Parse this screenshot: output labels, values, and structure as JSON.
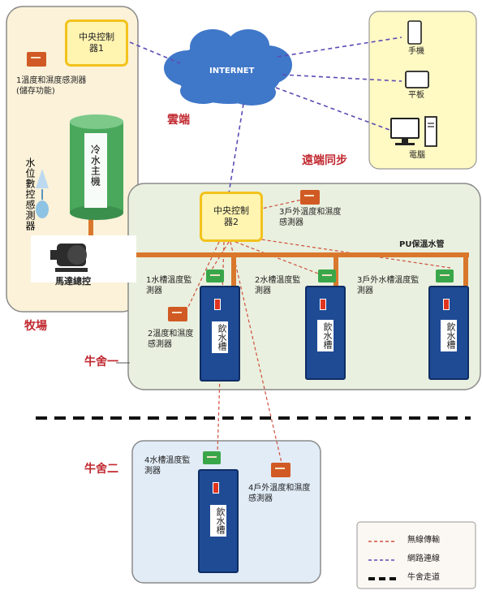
{
  "internet": {
    "label": "INTERNET"
  },
  "cloud_label": "雲端",
  "remote_sync_label": "遠端同步",
  "devices": {
    "phone": "手機",
    "tablet": "平板",
    "computer": "電腦"
  },
  "farm": {
    "name": "牧場",
    "controller1": "中央控制器1",
    "sensor1": "1溫度和濕度感測器(儲存功能)",
    "main_tank": "冷水主機",
    "water_level": "水位數控感測器",
    "pump": "馬達總控"
  },
  "barn1": {
    "name": "牛舍一",
    "controller2": "中央控制器2",
    "outdoor_sensor3": "3戶外溫度和濕度感測器",
    "pipe": "PU保溫水管",
    "tank1_sensor": "1水槽溫度監測器",
    "temp_humidity2": "2溫度和濕度感測器",
    "tank2_sensor": "2水槽溫度監測器",
    "tank3_sensor": "3戶外水槽溫度監測器",
    "tank1_label": "飲水槽",
    "tank2_label": "飲水槽",
    "tank3_label": "飲水槽"
  },
  "barn2": {
    "name": "牛舍二",
    "tank4_sensor": "4水槽溫度監測器",
    "outdoor_sensor4": "4戶外溫度和濕度感測器",
    "tank4_label": "飲水槽"
  },
  "legend": {
    "items": [
      {
        "label": "無線傳輸",
        "color": "#d0503e",
        "style": "dashed-thin"
      },
      {
        "label": "網路連線",
        "color": "#5b4bb3",
        "style": "dashed-thin"
      },
      {
        "label": "牛舍走道",
        "color": "#111111",
        "style": "dashed-thick"
      }
    ]
  },
  "colors": {
    "farm_bg": "#fbf2d9",
    "barn_bg": "#e9f0df",
    "barn2_bg": "#e1ecf7",
    "device_bg": "#fff9c4",
    "cloud": "#3f77c9",
    "pipe": "#d9782c",
    "tank": "#1f4b95",
    "network_line": "#5b4bb3",
    "wireless_line": "#d0503e"
  }
}
